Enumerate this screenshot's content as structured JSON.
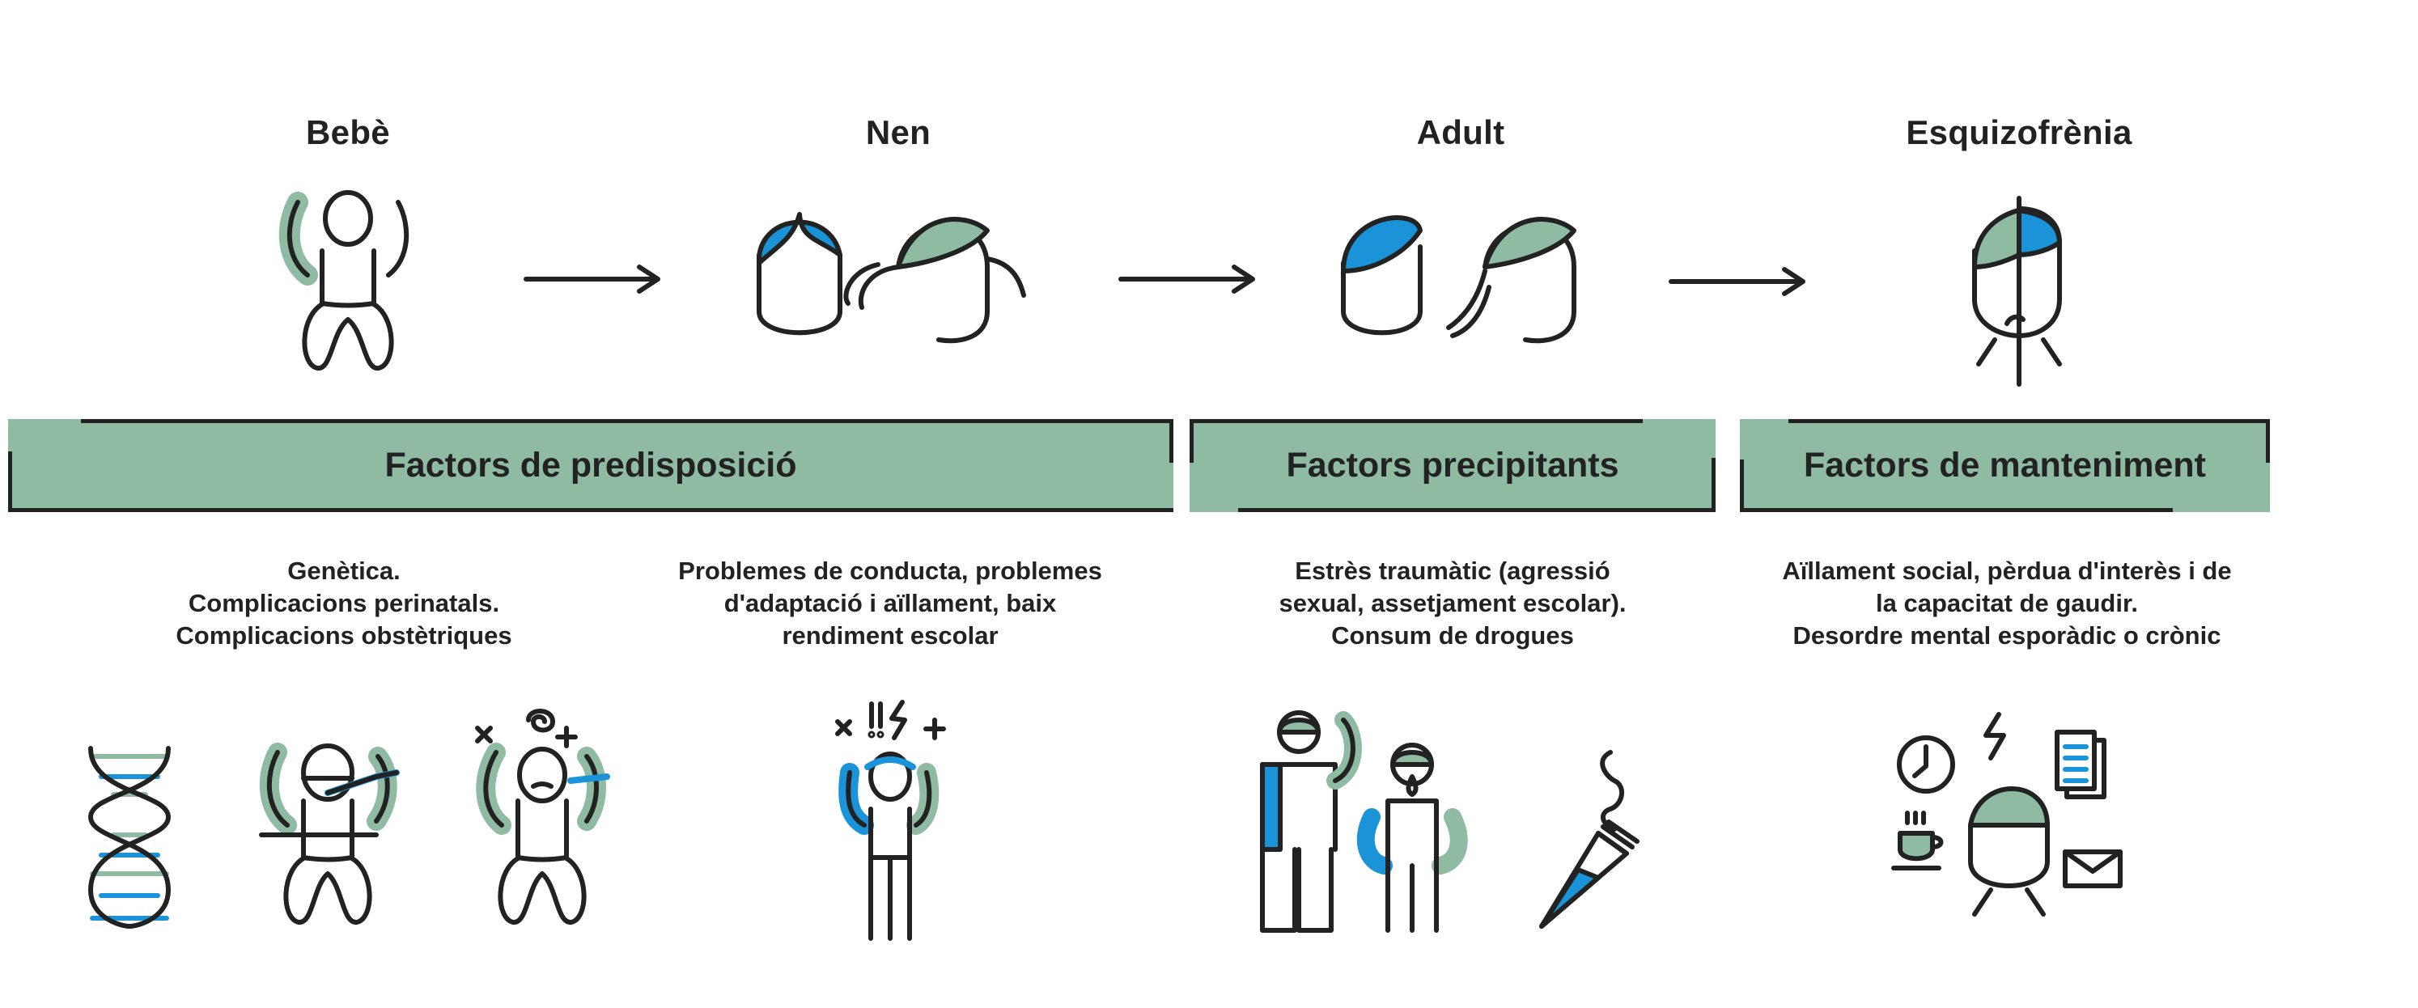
{
  "colors": {
    "green": "#8fbba3",
    "blue": "#1a93d8",
    "ink": "#222222",
    "background": "#ffffff"
  },
  "stages": [
    {
      "title": "Bebè",
      "icon": "baby-icon"
    },
    {
      "title": "Nen",
      "icon": "children-heads-icon"
    },
    {
      "title": "Adult",
      "icon": "adult-heads-icon"
    },
    {
      "title": "Esquizofrènia",
      "icon": "split-head-icon"
    }
  ],
  "arrows": [
    "arrow-right-icon",
    "arrow-right-icon",
    "arrow-right-icon"
  ],
  "banners": [
    {
      "label": "Factors de predisposició"
    },
    {
      "label": "Factors precipitants"
    },
    {
      "label": "Factors de manteniment"
    }
  ],
  "descriptions": [
    {
      "lines": [
        "Genètica.",
        "Complicacions perinatals.",
        "Complicacions obstètriques"
      ]
    },
    {
      "lines": [
        "Problemes de conducta, problemes",
        "d'adaptació i aïllament, baix",
        "rendiment escolar"
      ]
    },
    {
      "lines": [
        "Estrès traumàtic (agressió",
        "sexual, assetjament escolar).",
        "Consum de drogues"
      ]
    },
    {
      "lines": [
        "Aïllament social, pèrdua d'interès i de",
        "la capacitat de gaudir.",
        "Desordre mental esporàdic o crònic"
      ]
    }
  ],
  "bottom_icons": [
    "dna-icon",
    "baby-with-cord-icon",
    "distressed-baby-icon",
    "stressed-child-icon",
    "two-people-icon",
    "drug-cone-icon",
    "isolated-person-icon"
  ]
}
